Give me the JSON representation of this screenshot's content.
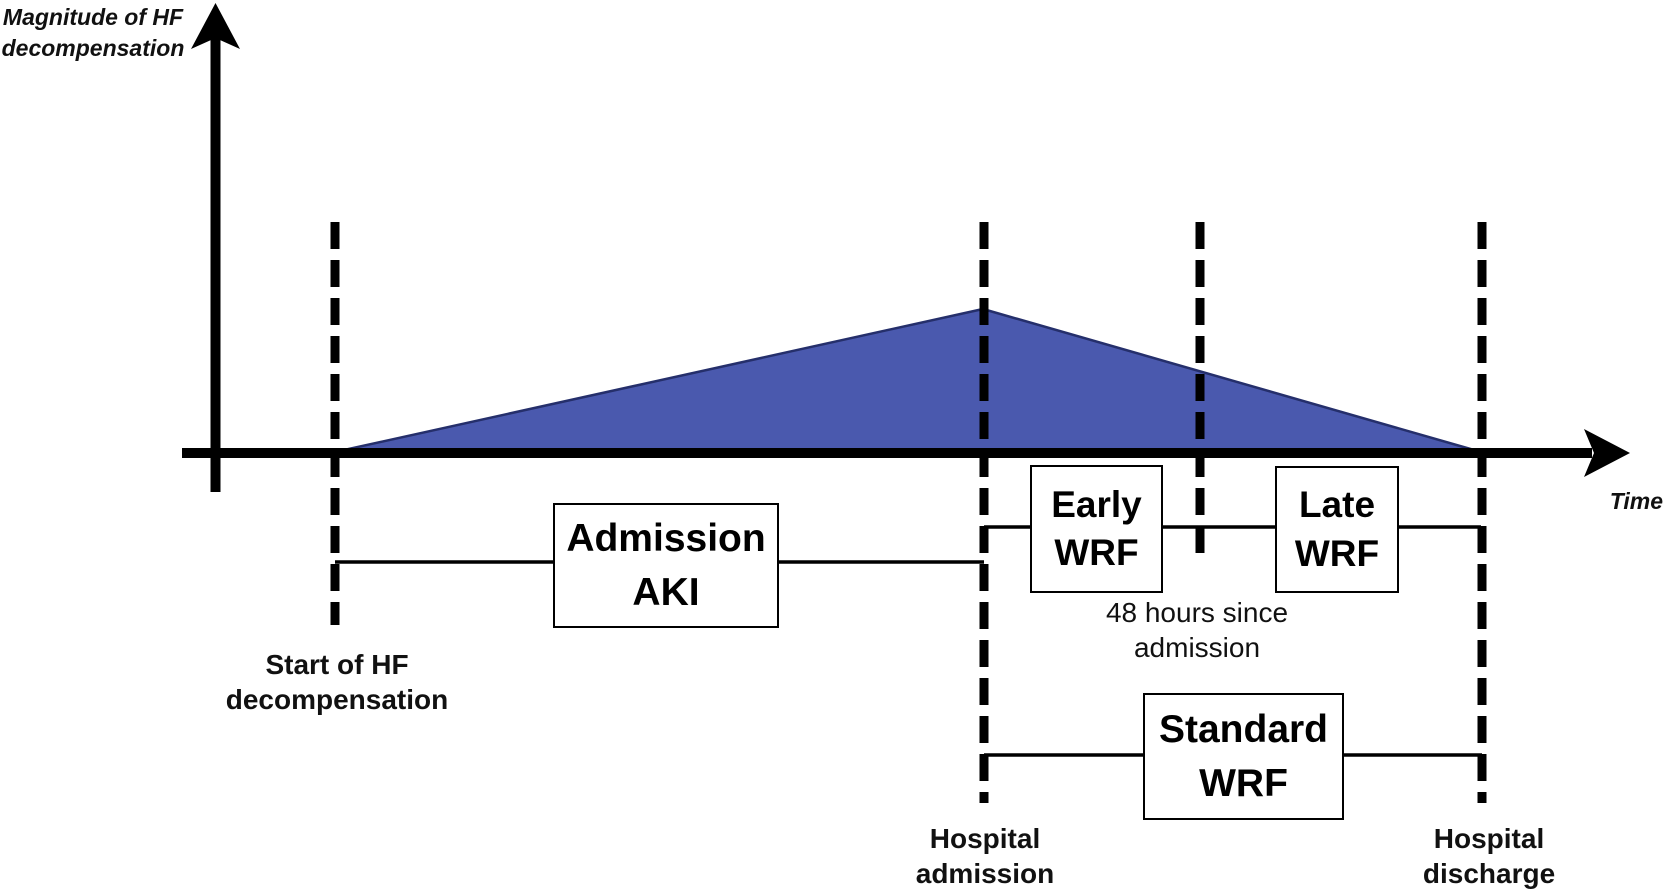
{
  "colors": {
    "background": "#ffffff",
    "triangle_fill": "#4a59ae",
    "triangle_stroke": "#252f6b",
    "line_color": "#000000",
    "text_color": "#111111"
  },
  "axes": {
    "y_label_line1": "Magnitude of HF",
    "y_label_line2": "decompensation",
    "x_label": "Time"
  },
  "timeline_markers": {
    "start": {
      "line1": "Start of HF",
      "line2": "decompensation"
    },
    "admission": {
      "line1": "Hospital",
      "line2": "admission"
    },
    "forty_eight_hours": {
      "line1": "48 hours since",
      "line2": "admission"
    },
    "discharge": {
      "line1": "Hospital",
      "line2": "discharge"
    }
  },
  "period_boxes": {
    "admission_aki": {
      "line1": "Admission",
      "line2": "AKI"
    },
    "early_wrf": {
      "line1": "Early",
      "line2": "WRF"
    },
    "late_wrf": {
      "line1": "Late",
      "line2": "WRF"
    },
    "standard_wrf": {
      "line1": "Standard",
      "line2": "WRF"
    }
  }
}
